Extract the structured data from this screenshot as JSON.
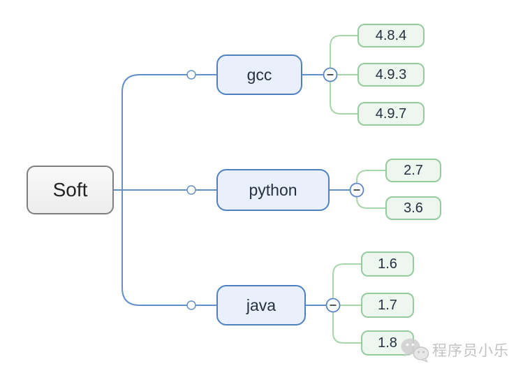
{
  "mindmap": {
    "root": {
      "label": "Soft"
    },
    "branches": [
      {
        "label": "gcc",
        "collapse_icon": "minus-icon",
        "children": [
          {
            "label": "4.8.4"
          },
          {
            "label": "4.9.3"
          },
          {
            "label": "4.9.7"
          }
        ]
      },
      {
        "label": "python",
        "collapse_icon": "minus-icon",
        "children": [
          {
            "label": "2.7"
          },
          {
            "label": "3.6"
          }
        ]
      },
      {
        "label": "java",
        "collapse_icon": "minus-icon",
        "children": [
          {
            "label": "1.6"
          },
          {
            "label": "1.7"
          },
          {
            "label": "1.8"
          }
        ]
      }
    ]
  },
  "watermark": {
    "text": "程序员小乐",
    "icon": "wechat-chat-bubbles-icon"
  },
  "colors": {
    "background": "#ffffff",
    "branch_line": "#6290c8",
    "child_line": "#a9d5aa",
    "root_fill": "#f3f3f3",
    "root_border": "#7f7f7f",
    "branch_fill": "#e9f0fb",
    "branch_border": "#4f81c2",
    "leaf_fill": "#eef7ef",
    "leaf_border": "#96cb9e",
    "node_text": "#243140",
    "watermark_gray": "#c6c6c6"
  }
}
